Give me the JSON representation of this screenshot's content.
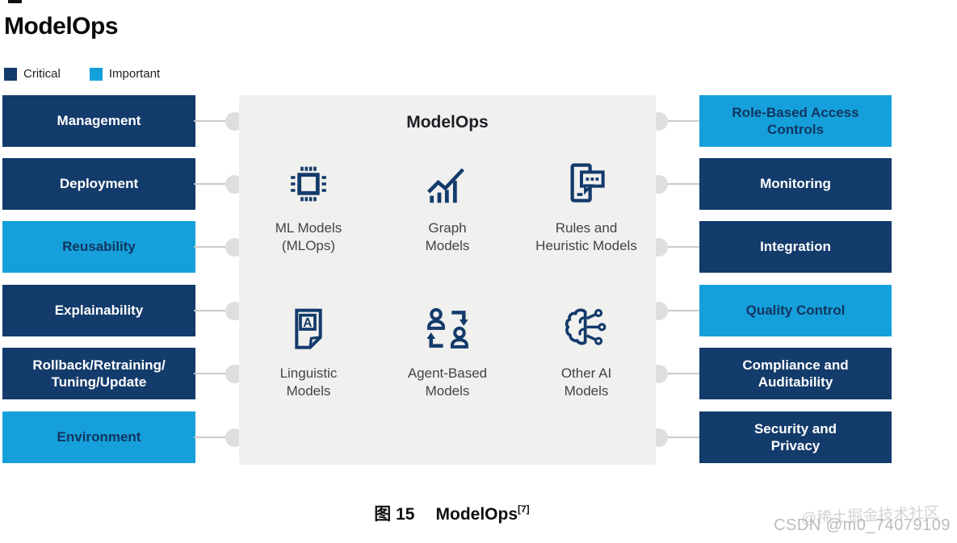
{
  "page_title": "ModelOps",
  "legend": {
    "items": [
      {
        "label": "Critical",
        "level": "critical"
      },
      {
        "label": "Important",
        "level": "important"
      }
    ]
  },
  "left_column": {
    "items": [
      {
        "label": "Management",
        "level": "critical"
      },
      {
        "label": "Deployment",
        "level": "critical"
      },
      {
        "label": "Reusability",
        "level": "important"
      },
      {
        "label": "Explainability",
        "level": "critical"
      },
      {
        "label": "Rollback/Retraining/\nTuning/Update",
        "level": "critical"
      },
      {
        "label": "Environment",
        "level": "important"
      }
    ]
  },
  "center_panel": {
    "title": "ModelOps",
    "models": [
      {
        "label": "ML Models\n(MLOps)",
        "icon": "chip-icon"
      },
      {
        "label": "Graph\nModels",
        "icon": "graph-chart-icon"
      },
      {
        "label": "Rules and\nHeuristic Models",
        "icon": "phone-chat-icon"
      },
      {
        "label": "Linguistic\nModels",
        "icon": "document-a-icon"
      },
      {
        "label": "Agent-Based\nModels",
        "icon": "agents-exchange-icon"
      },
      {
        "label": "Other AI\nModels",
        "icon": "brain-circuit-icon"
      }
    ]
  },
  "right_column": {
    "items": [
      {
        "label": "Role-Based Access\nControls",
        "level": "important"
      },
      {
        "label": "Monitoring",
        "level": "critical"
      },
      {
        "label": "Integration",
        "level": "critical"
      },
      {
        "label": "Quality Control",
        "level": "important"
      },
      {
        "label": "Compliance and\nAuditability",
        "level": "critical"
      },
      {
        "label": "Security and\nPrivacy",
        "level": "critical"
      }
    ]
  },
  "caption": {
    "prefix": "图 15",
    "title": "ModelOps",
    "superscript": "[7]"
  },
  "watermarks": {
    "line1": "@稀土掘金技术社区",
    "line2": "CSDN @m0_74079109"
  },
  "colors": {
    "critical": "#133b6b",
    "important": "#16a0db",
    "panel_background": "#f0f0ee",
    "connector": "#c9c9c9",
    "connector_dot": "#dedede"
  }
}
